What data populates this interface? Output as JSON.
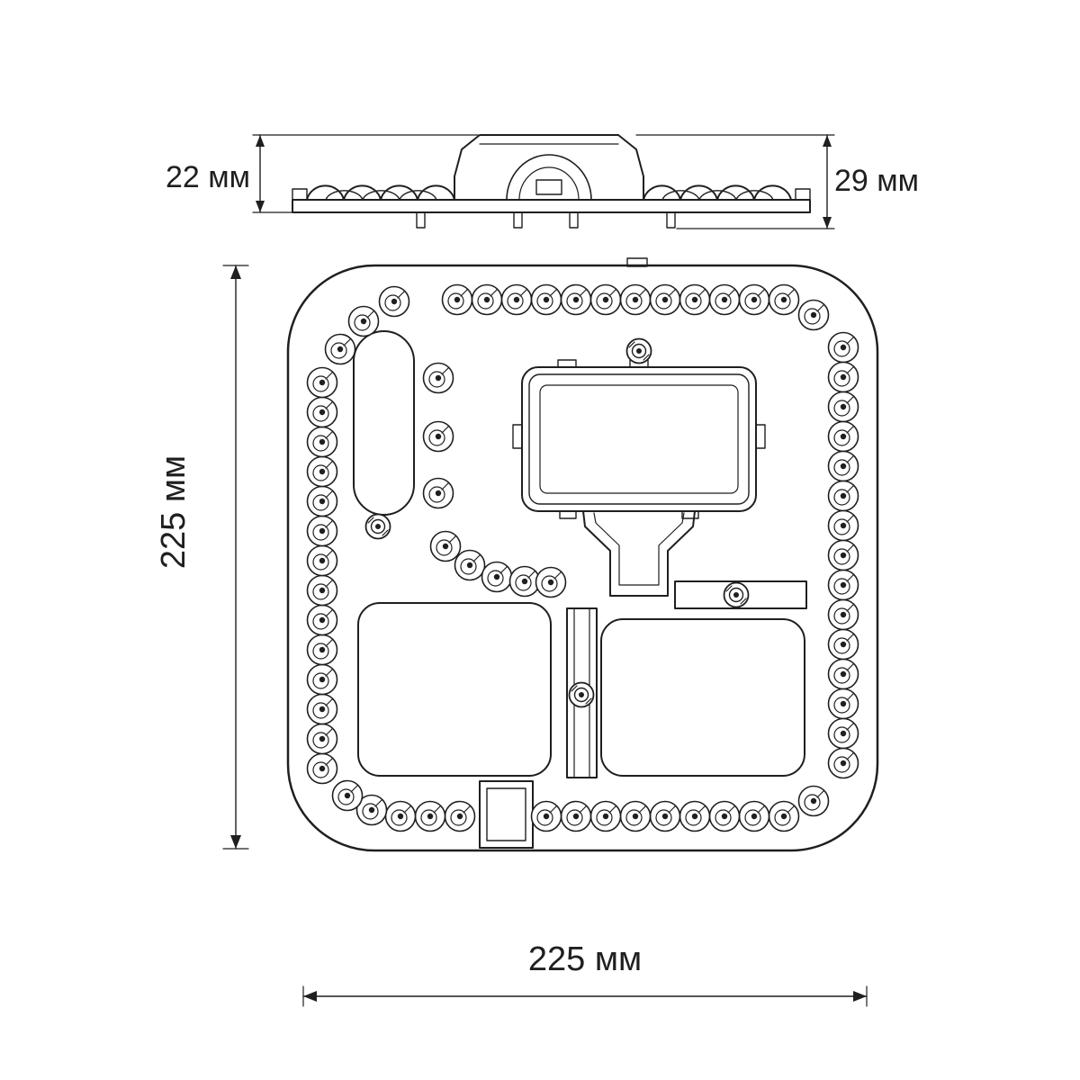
{
  "labels": {
    "side_height": "22 мм",
    "side_height_total": "29 мм",
    "board_height": "225 мм",
    "board_width": "225 мм"
  },
  "colors": {
    "line": "#1f1f1f",
    "background": "#ffffff"
  }
}
